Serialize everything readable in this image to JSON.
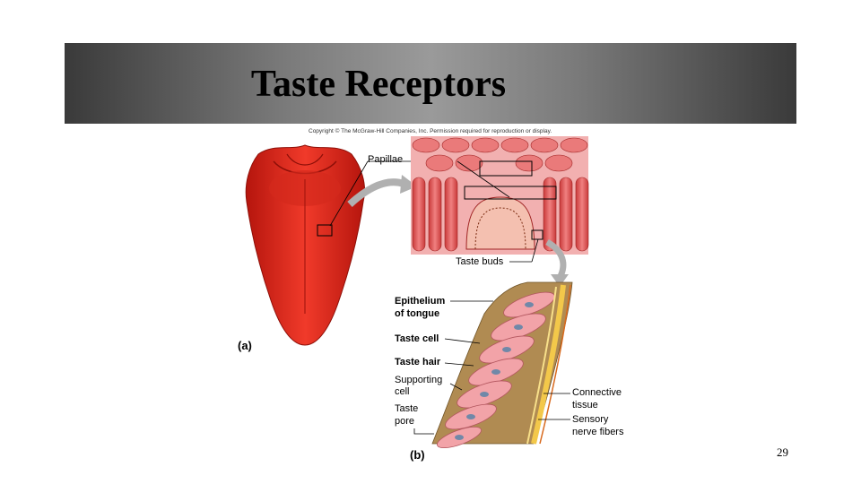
{
  "slide": {
    "title": "Taste Receptors",
    "copyright": "Copyright © The McGraw-Hill Companies, Inc. Permission required for reproduction or display.",
    "page_number": "29"
  },
  "figure": {
    "part_a_label": "(a)",
    "part_b_label": "(b)",
    "labels": {
      "papillae": "Papillae",
      "taste_buds": "Taste buds",
      "epithelium": "Epithelium",
      "of_tongue": "of tongue",
      "taste_cell": "Taste cell",
      "taste_hair": "Taste hair",
      "supporting": "Supporting",
      "cell": "cell",
      "taste": "Taste",
      "pore": "pore",
      "connective": "Connective",
      "tissue": "tissue",
      "sensory": "Sensory",
      "nerve_fibers": "nerve fibers"
    }
  },
  "colors": {
    "tongue": "#e8261a",
    "tissue_red": "#d9322c",
    "tissue_pink": "#f2a3a8",
    "support_tan": "#b08b52",
    "nerve_yellow": "#f3c84a"
  }
}
